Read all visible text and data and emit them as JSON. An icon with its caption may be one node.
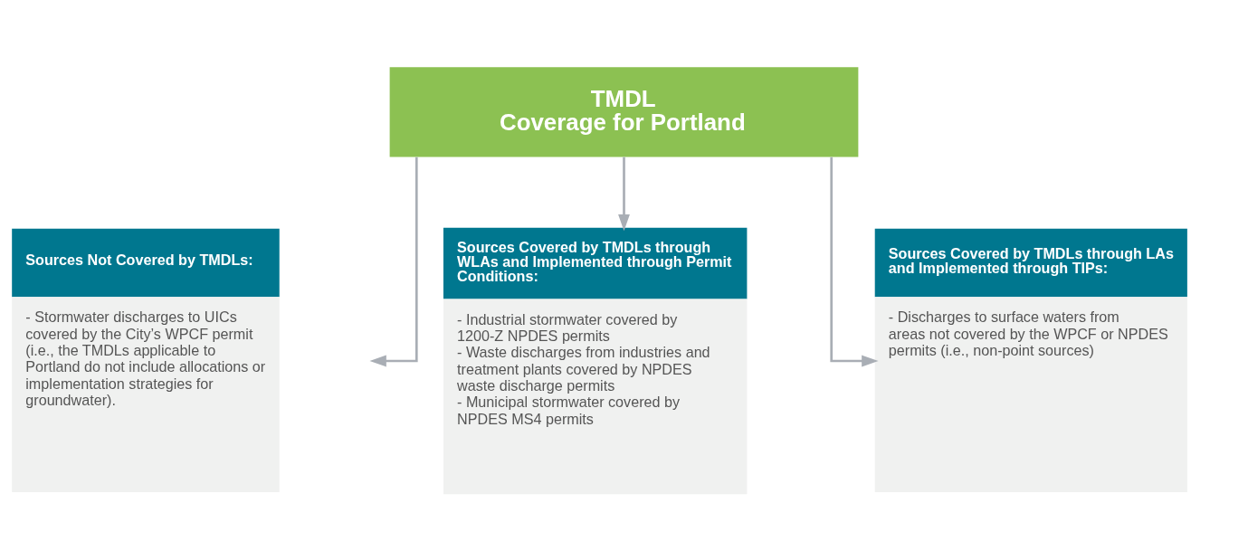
{
  "diagram": {
    "nodes": [
      {
        "text": [
          "TMDL",
          "Coverage for Portland"
        ]
      },
      {
        "text": [
          "Sources Not Covered by TMDLs:",
          "- Stormwater discharges to UICs covered by the City’s WPCF permit (i.e., the TMDLs applicable to Portland do not include allocations or implementation strategies for groundwater)."
        ]
      },
      {
        "text": [
          "Sources Covered by TMDLs through WLAs and Implemented through Permit Conditions:",
          "- Industrial stormwater covered by 1200-Z NPDES permits",
          "- Waste discharges from industries and treatment plants covered by NPDES waste discharge permits",
          "- Municipal stormwater covered by NPDES MS4 permits"
        ]
      },
      {
        "text": [
          "Sources Covered by TMDLs through LAs and Implemented through TIPs:",
          "- Discharges to surface waters from areas not covered by the WPCF or NPDES permits (i.e., non-point sources)"
        ]
      }
    ],
    "edges": [
      {
        "from": 0,
        "to": 1,
        "arrow": "to"
      },
      {
        "from": 0,
        "to": 2,
        "arrow": "to"
      },
      {
        "from": 0,
        "to": 3,
        "arrow": "to"
      }
    ]
  }
}
